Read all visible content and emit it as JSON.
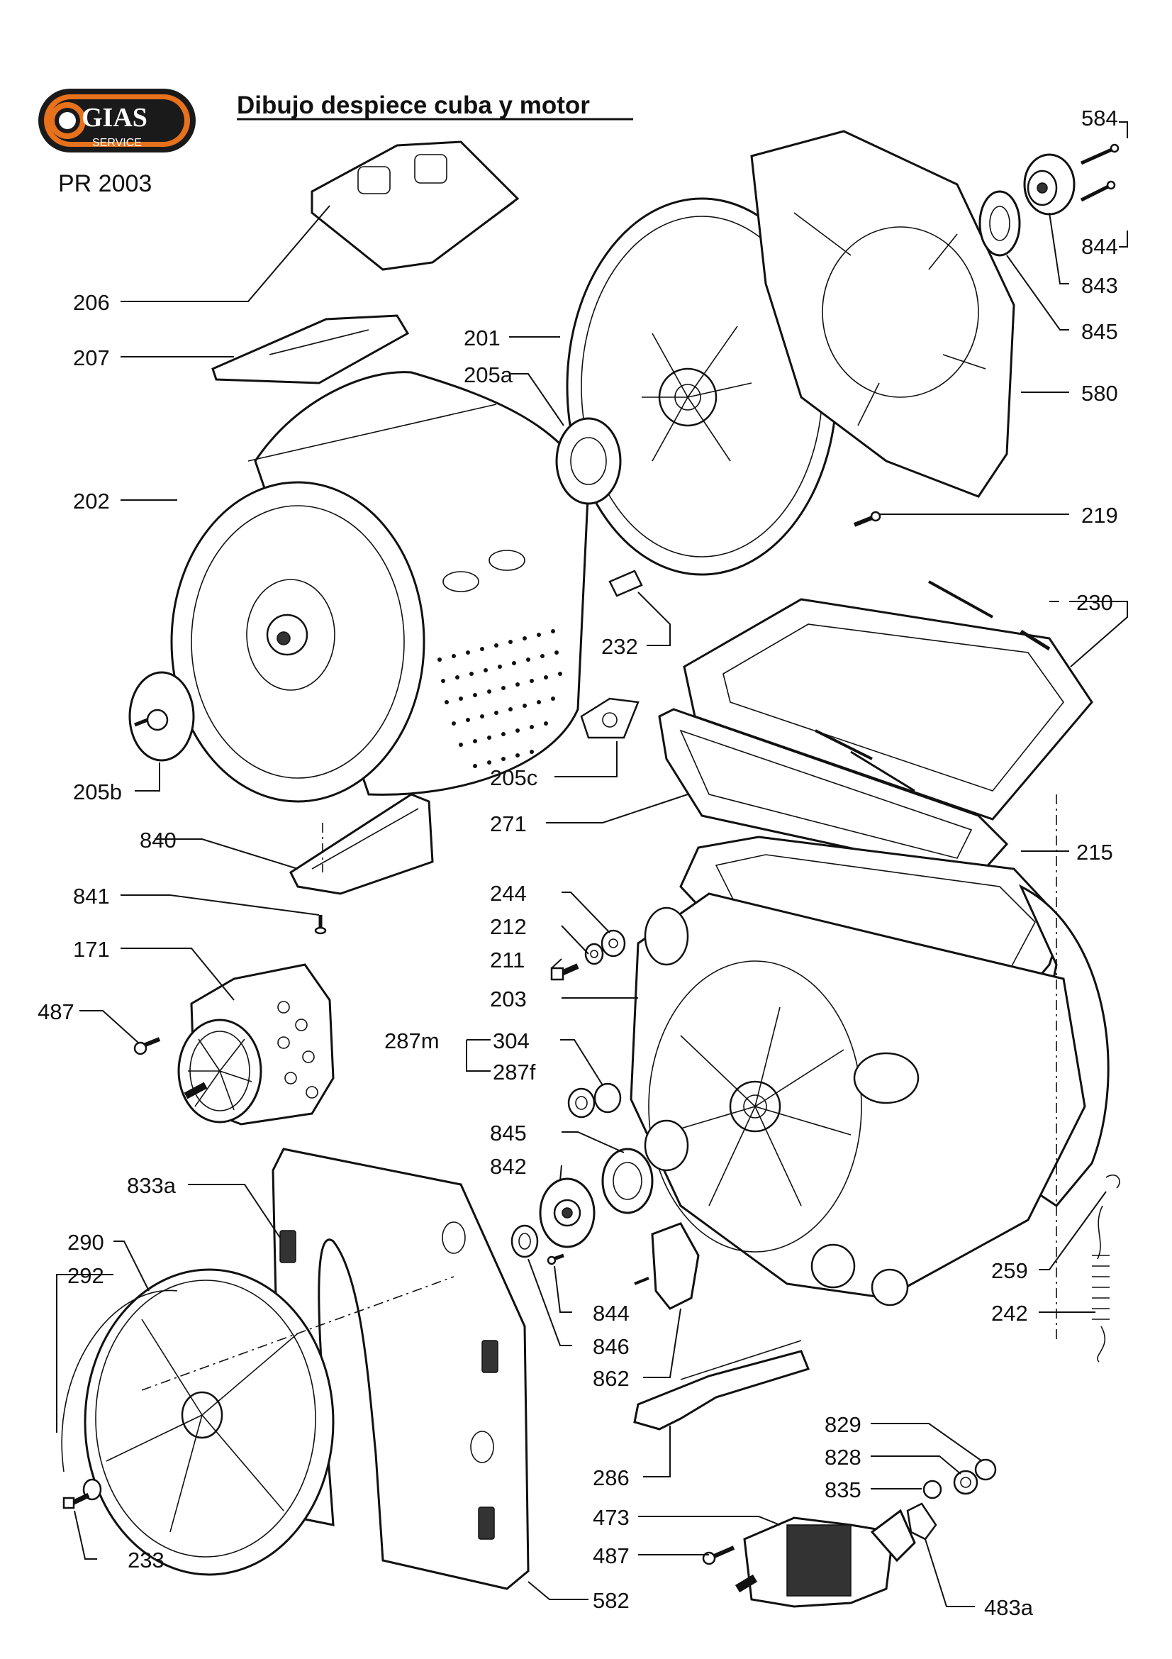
{
  "header": {
    "title": "Dibujo despiece cuba y motor",
    "code": "PR 2003",
    "logo_text": "GIAS",
    "logo_sub": "SERVICE"
  },
  "colors": {
    "logo_outer": "#1a1a1a",
    "logo_accent": "#e8711c",
    "ink": "#111111"
  },
  "labels": {
    "l584": "584",
    "l844a": "844",
    "l843": "843",
    "l845a": "845",
    "l580": "580",
    "l201": "201",
    "l205a": "205a",
    "l206": "206",
    "l207": "207",
    "l202": "202",
    "l219": "219",
    "l230": "230",
    "l232": "232",
    "l205b": "205b",
    "l205c": "205c",
    "l271": "271",
    "l215": "215",
    "l840": "840",
    "l841": "841",
    "l244": "244",
    "l212": "212",
    "l211": "211",
    "l171": "171",
    "l203": "203",
    "l487a": "487",
    "l287m": "287m",
    "l304": "304",
    "l287f": "287f",
    "l845b": "845",
    "l842": "842",
    "l833a": "833a",
    "l290": "290",
    "l292": "292",
    "l259": "259",
    "l242": "242",
    "l844b": "844",
    "l846": "846",
    "l862": "862",
    "l829": "829",
    "l828": "828",
    "l835": "835",
    "l286": "286",
    "l473": "473",
    "l487b": "487",
    "l233": "233",
    "l582": "582",
    "l483a": "483a"
  }
}
